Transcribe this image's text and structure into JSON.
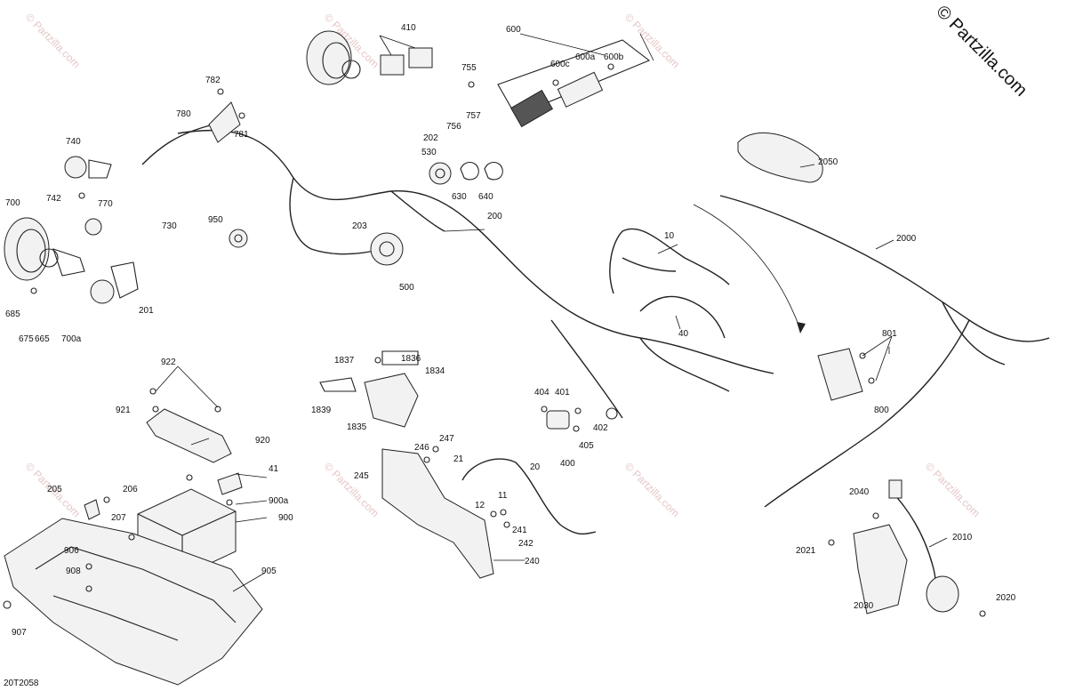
{
  "brand": "© Partzilla.com",
  "diagram_id": "20T2058",
  "watermark": "© Partzilla.com",
  "colors": {
    "line": "#222222",
    "watermark": "#e5c7c7",
    "background": "#ffffff"
  },
  "callouts": {
    "c10": "10",
    "c11": "11",
    "c12": "12",
    "c20": "20",
    "c21": "21",
    "c40": "40",
    "c41": "41",
    "c200": "200",
    "c201": "201",
    "c202": "202",
    "c203": "203",
    "c205": "205",
    "c206": "206",
    "c207": "207",
    "c240": "240",
    "c241": "241",
    "c242": "242",
    "c245": "245",
    "c246": "246",
    "c247": "247",
    "c400": "400",
    "c401": "401",
    "c402": "402",
    "c404": "404",
    "c405": "405",
    "c410": "410",
    "c500": "500",
    "c530": "530",
    "c600": "600",
    "c600a": "600a",
    "c600b": "600b",
    "c600c": "600c",
    "c630": "630",
    "c640": "640",
    "c665": "665",
    "c675": "675",
    "c685": "685",
    "c700": "700",
    "c700a": "700a",
    "c730": "730",
    "c740": "740",
    "c742": "742",
    "c755": "755",
    "c756": "756",
    "c757": "757",
    "c770": "770",
    "c780": "780",
    "c781": "781",
    "c782": "782",
    "c800": "800",
    "c801": "801",
    "c900": "900",
    "c900a": "900a",
    "c905": "905",
    "c906": "906",
    "c907": "907",
    "c908": "908",
    "c920": "920",
    "c921": "921",
    "c922": "922",
    "c950": "950",
    "c1834": "1834",
    "c1835": "1835",
    "c1836": "1836",
    "c1837": "1837",
    "c1839": "1839",
    "c2000": "2000",
    "c2010": "2010",
    "c2020": "2020",
    "c2021": "2021",
    "c2030": "2030",
    "c2040": "2040",
    "c2050": "2050"
  }
}
